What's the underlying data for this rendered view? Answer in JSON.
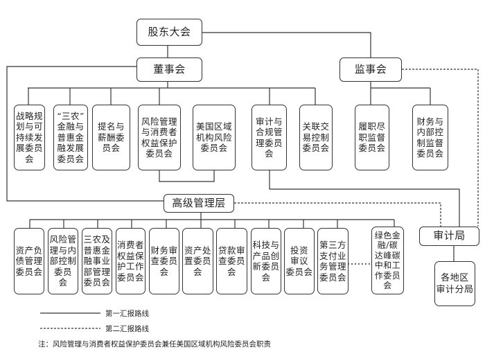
{
  "top": {
    "shareholders": "股东大会",
    "board": "董事会",
    "supervisors": "监事会",
    "senior_management": "高级管理层",
    "audit_bureau": "审计局",
    "regional_audit": "各地区\n审计分局"
  },
  "board_committees": [
    "战略规\n划与可\n持续发\n展委员\n会",
    "“三农”\n金融与\n普惠金\n融发展\n委员会",
    "提名与\n薪酬委\n员会",
    "风险管理\n与消费者\n权益保护\n委员会",
    "美国区域\n机构风险\n委员会",
    "审计与\n合规管\n理委员\n会",
    "关联交\n易控制\n委员会"
  ],
  "supervisory_committees": [
    "履职尽\n职监督\n委员会",
    "财务与\n内部控\n制监督\n委员会"
  ],
  "management_committees": [
    "资产负\n债管理\n委员会",
    "风险管\n理与内\n部控制\n委员\n会",
    "三农及\n普惠金\n融事业\n部管理\n委员会",
    "消费者\n权益保\n护工作\n委员会",
    "财务审\n查委员\n会",
    "资产处\n置委员\n会",
    "贷款审\n查委员\n会",
    "科技与\n产品创\n新委员\n会",
    "投资\n审议\n委员会",
    "第三方\n支付业\n务管理\n委员会",
    "绿色金\n融/碳\n达峰碳\n中和工\n作委员\n会"
  ],
  "legend": {
    "solid": "第一汇报路线",
    "dashed": "第二汇报路线"
  },
  "note": "注：风险管理与消费者权益保护委员会兼任美国区域机构风险委员会职责"
}
